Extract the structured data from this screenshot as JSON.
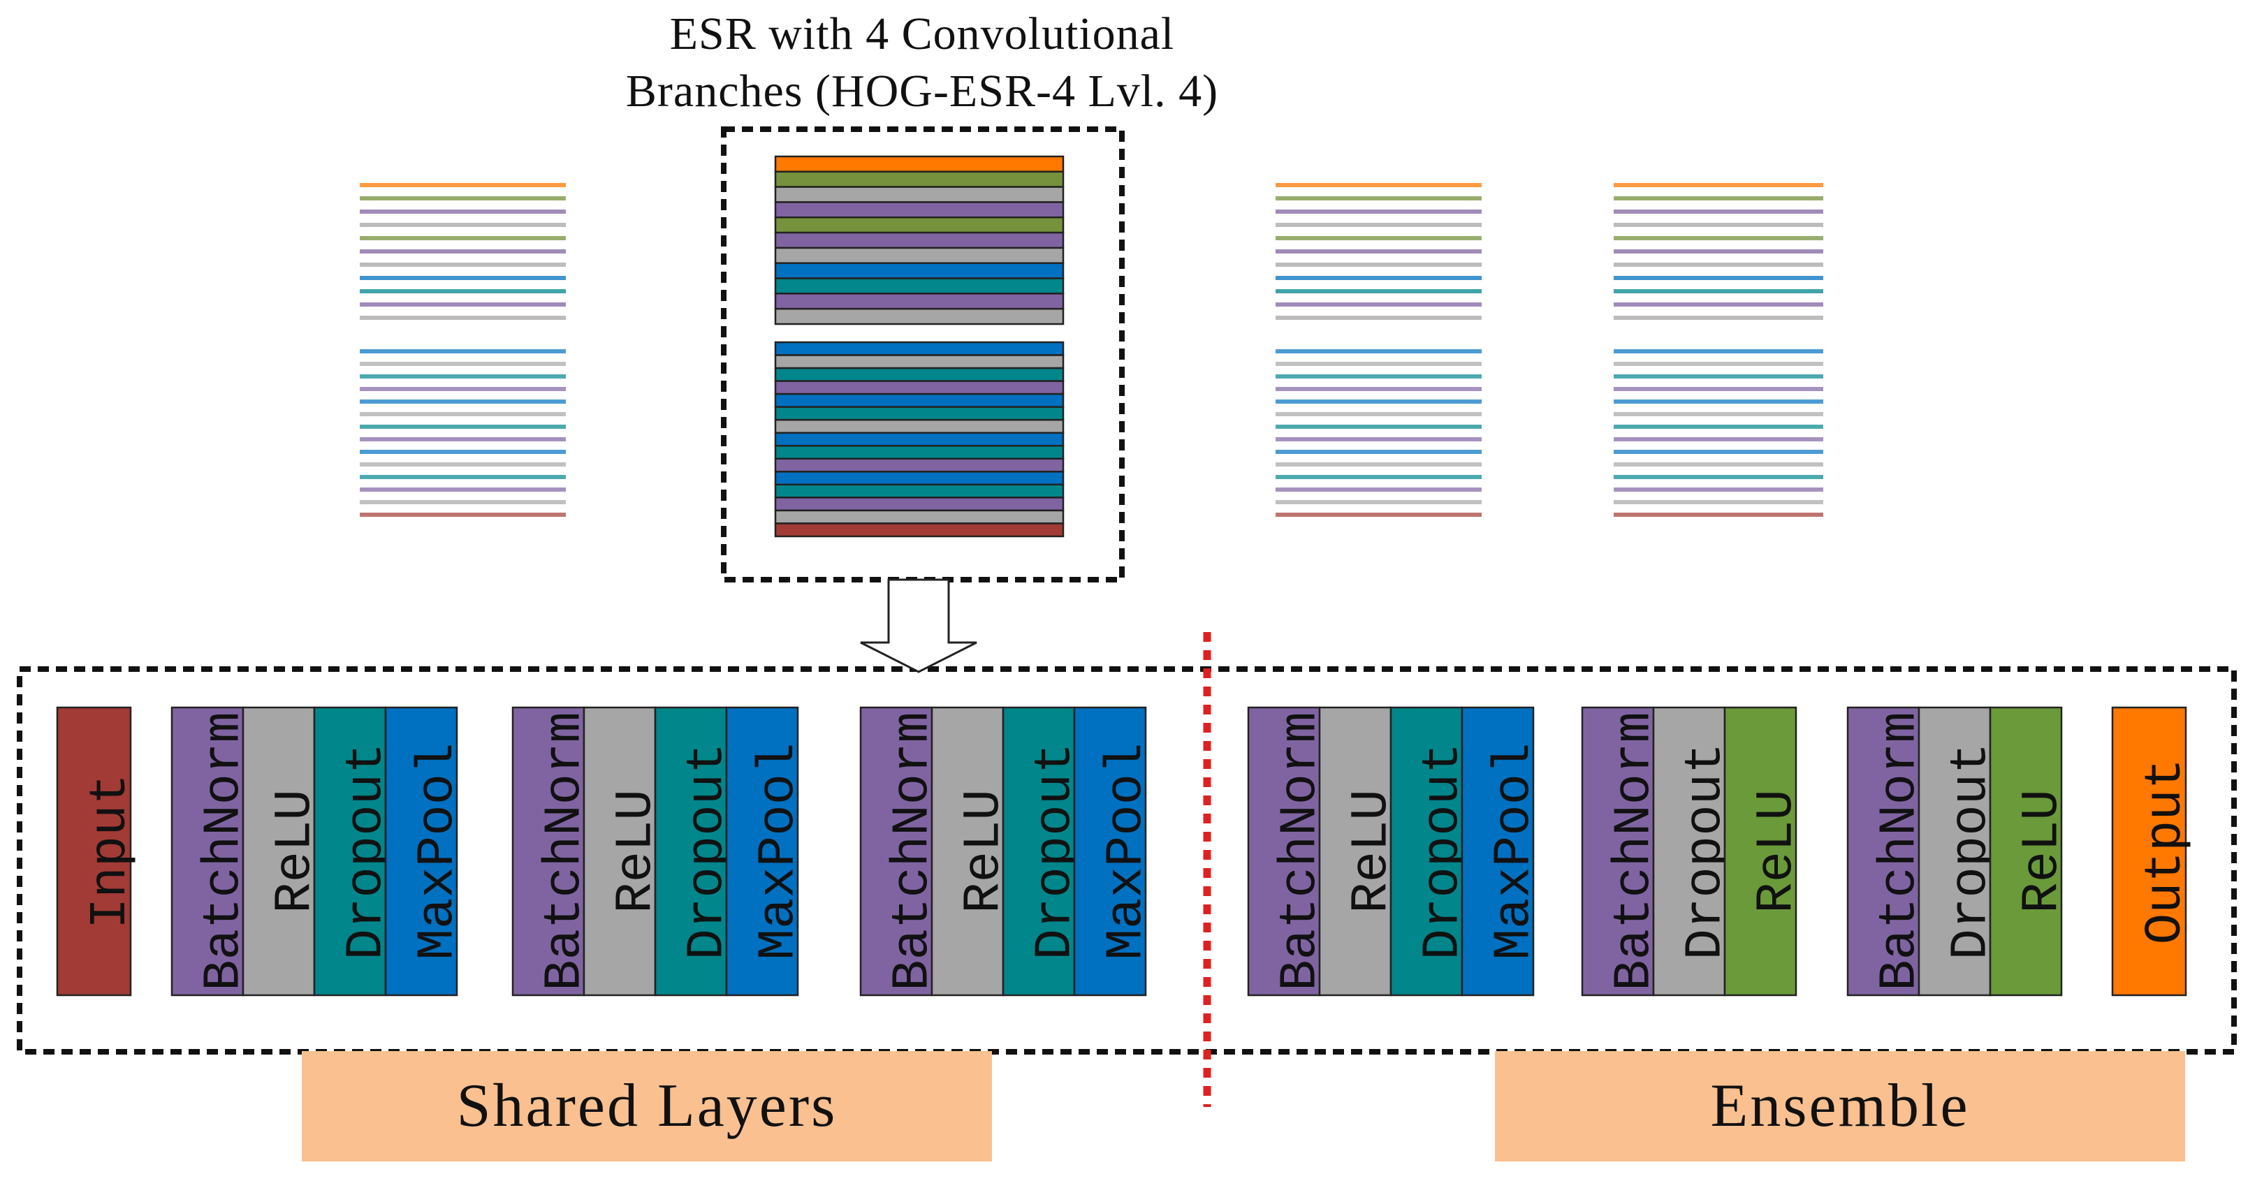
{
  "title": {
    "line1": "ESR with 4 Convolutional",
    "line2": "Branches (HOG-ESR-4 Lvl. 4)"
  },
  "colors": {
    "input": "#A23B35",
    "batchnorm": "#8064A2",
    "relu_gray": "#A6A6A6",
    "dropout_teal": "#00868B",
    "maxpool": "#0070C0",
    "relu_green": "#6A9A3A",
    "dropout_gray": "#A6A6A6",
    "output": "#FF7800",
    "caption_bg": "#FAC090",
    "separator": "#E02020",
    "stripe_orange": "#FF7800",
    "stripe_green": "#76923C",
    "stripe_purple": "#8064A2",
    "stripe_gray": "#A6A6A6",
    "stripe_blue": "#0070C0",
    "stripe_teal": "#00868B",
    "stripe_red": "#A23B35"
  },
  "shared_groups": [
    [
      "BatchNorm",
      "ReLU",
      "Dropout",
      "MaxPool"
    ],
    [
      "BatchNorm",
      "ReLU",
      "Dropout",
      "MaxPool"
    ],
    [
      "BatchNorm",
      "ReLU",
      "Dropout",
      "MaxPool"
    ]
  ],
  "ensemble_groups": [
    [
      "BatchNorm",
      "ReLU",
      "Dropout",
      "MaxPool"
    ],
    [
      "BatchNorm",
      "Dropout",
      "ReLU"
    ],
    [
      "BatchNorm",
      "Dropout",
      "ReLU"
    ]
  ],
  "input_label": "Input",
  "output_label": "Output",
  "captions": {
    "shared": "Shared Layers",
    "ensemble": "Ensemble"
  }
}
